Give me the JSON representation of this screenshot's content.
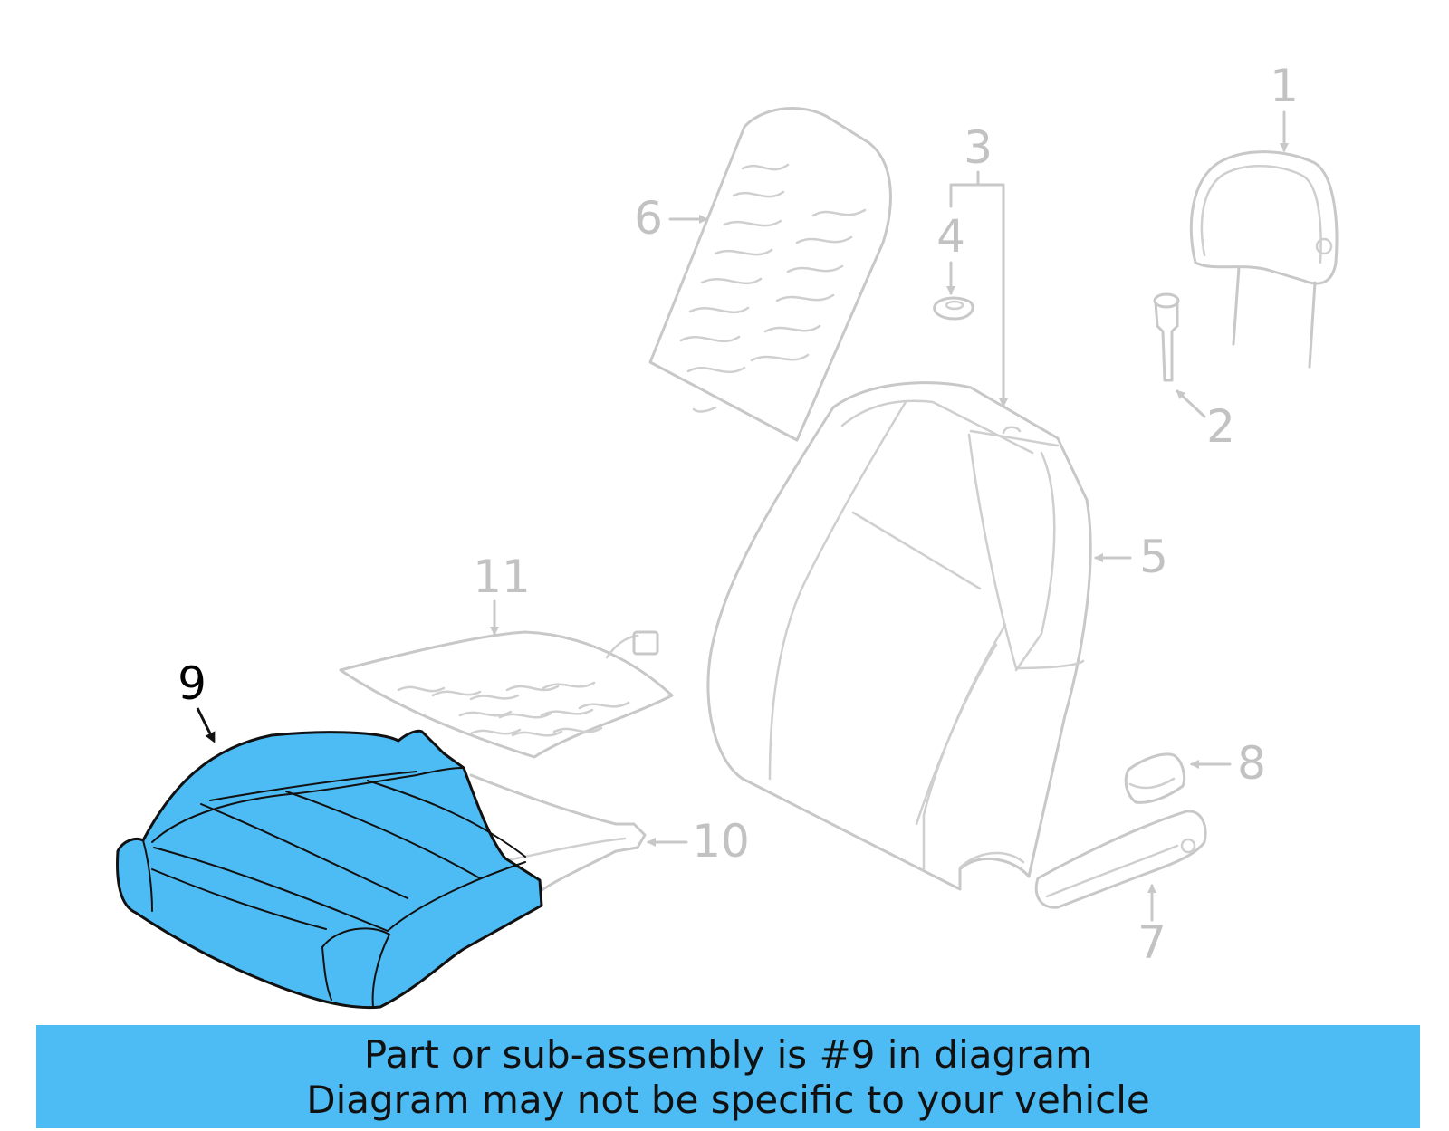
{
  "colors": {
    "highlight": "#4dbcf5",
    "banner": "#4dbcf5",
    "inactive_line": "#c8c8c8",
    "active_outline": "#111111"
  },
  "callouts": {
    "c1": "1",
    "c2": "2",
    "c3": "3",
    "c4": "4",
    "c5": "5",
    "c6": "6",
    "c7": "7",
    "c8": "8",
    "c9": "9",
    "c10": "10",
    "c11": "11"
  },
  "highlighted_part": "9",
  "banner": {
    "line1": "Part or sub-assembly is #9 in diagram",
    "line2": "Diagram may not be specific to your vehicle"
  }
}
